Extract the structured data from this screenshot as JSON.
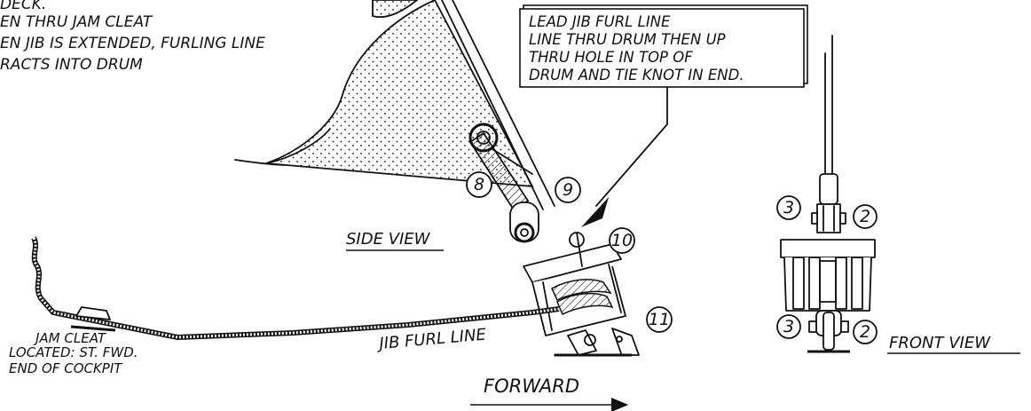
{
  "notes_top_left": [
    "DECK.",
    "EN THRU JAM CLEAT",
    "EN JIB IS EXTENDED, FURLING LINE",
    "RACTS INTO DRUM"
  ],
  "callout_box": [
    "LEAD JIB FURL LINE",
    "LINE THRU DRUM THEN UP",
    "THRU HOLE IN TOP OF",
    "DRUM AND TIE KNOT IN END."
  ],
  "labels": {
    "side_view": "SIDE VIEW",
    "front_view": "FRONT VIEW",
    "jib_furl_line": "JIB FURL LINE",
    "forward": "FORWARD"
  },
  "jam_cleat_note": [
    "JAM CLEAT",
    "LOCATED: ST. FWD.",
    "END OF COCKPIT"
  ],
  "callouts_side": [
    "8",
    "9",
    "10",
    "11"
  ],
  "callouts_front": [
    "3",
    "2",
    "3",
    "2"
  ],
  "colors": {
    "ink": "#111111",
    "background": "#ffffff"
  }
}
